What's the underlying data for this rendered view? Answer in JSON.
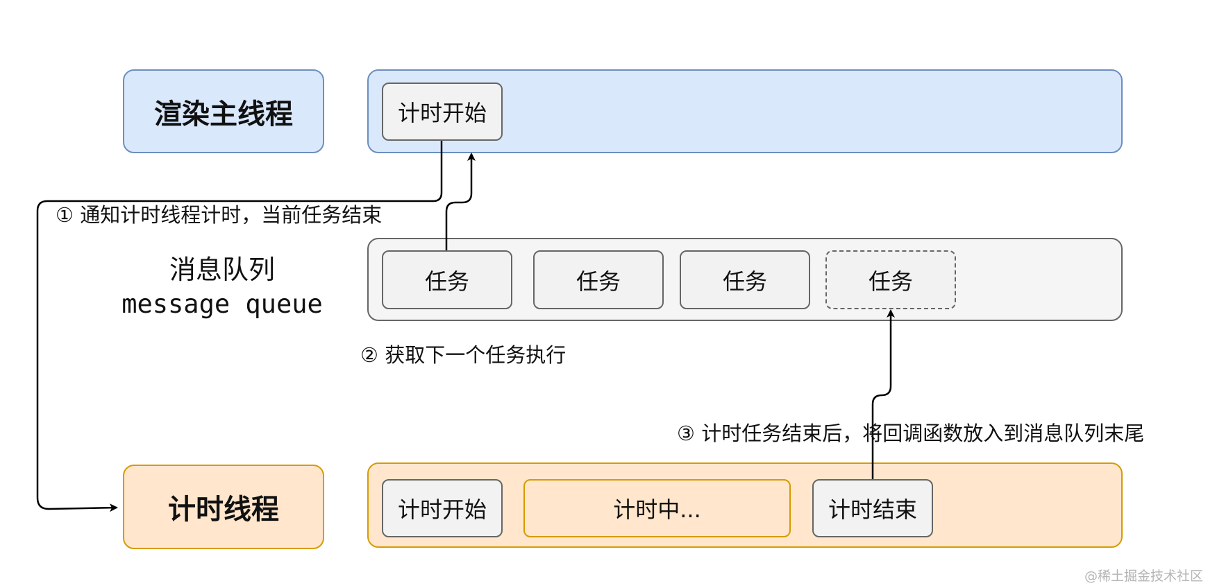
{
  "lanes": {
    "render": {
      "label": "渲染主线程",
      "task": "计时开始"
    },
    "queue": {
      "label_cn": "消息队列",
      "label_en": "message queue",
      "tasks": [
        "任务",
        "任务",
        "任务",
        "任务"
      ]
    },
    "timer": {
      "label": "计时线程",
      "tasks": [
        "计时开始",
        "计时中...",
        "计时结束"
      ]
    }
  },
  "notes": {
    "step1": "① 通知计时线程计时，当前任务结束",
    "step2": "② 获取下一个任务执行",
    "step3": "③ 计时任务结束后，将回调函数放入到消息队列末尾"
  },
  "watermark": "@稀土掘金技术社区",
  "colors": {
    "render_fill": "#dae8fc",
    "render_stroke": "#6c8ebf",
    "timer_fill": "#ffe6cc",
    "timer_stroke": "#d79b00",
    "queue_fill": "#f5f5f5",
    "queue_stroke": "#666666"
  }
}
